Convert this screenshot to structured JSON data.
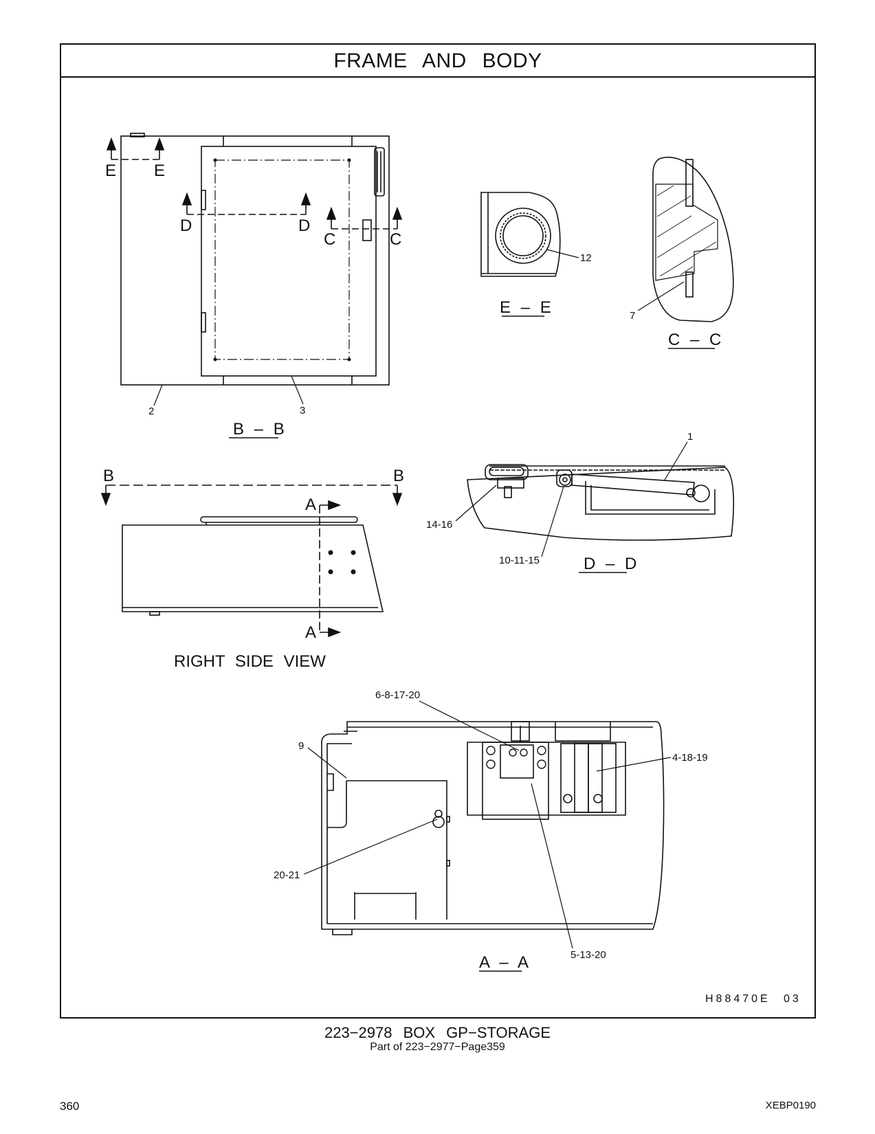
{
  "header": {
    "title": "FRAME AND BODY"
  },
  "views": {
    "bb_title": "B – B",
    "ee_title": "E – E",
    "cc_title": "C – C",
    "dd_title": "D – D",
    "aa_title": "A – A",
    "right_side_title": "RIGHT SIDE VIEW"
  },
  "section_markers": {
    "e": "E",
    "d": "D",
    "c": "C",
    "b": "B",
    "a": "A"
  },
  "callouts": {
    "c1": "1",
    "c2": "2",
    "c3": "3",
    "c4_18_19": "4-18-19",
    "c5_13_20": "5-13-20",
    "c6_8_17_20": "6-8-17-20",
    "c7": "7",
    "c9": "9",
    "c10_11_15": "10-11-15",
    "c12": "12",
    "c14_16": "14-16",
    "c20_21": "20-21"
  },
  "drawing_id": "H88470E",
  "drawing_rev": "03",
  "footer": {
    "part_title": "223−2978   BOX  GP−STORAGE",
    "part_of": "Part of 223−2977−Page359",
    "page_number": "360",
    "doc_code": "XEBP0190"
  }
}
